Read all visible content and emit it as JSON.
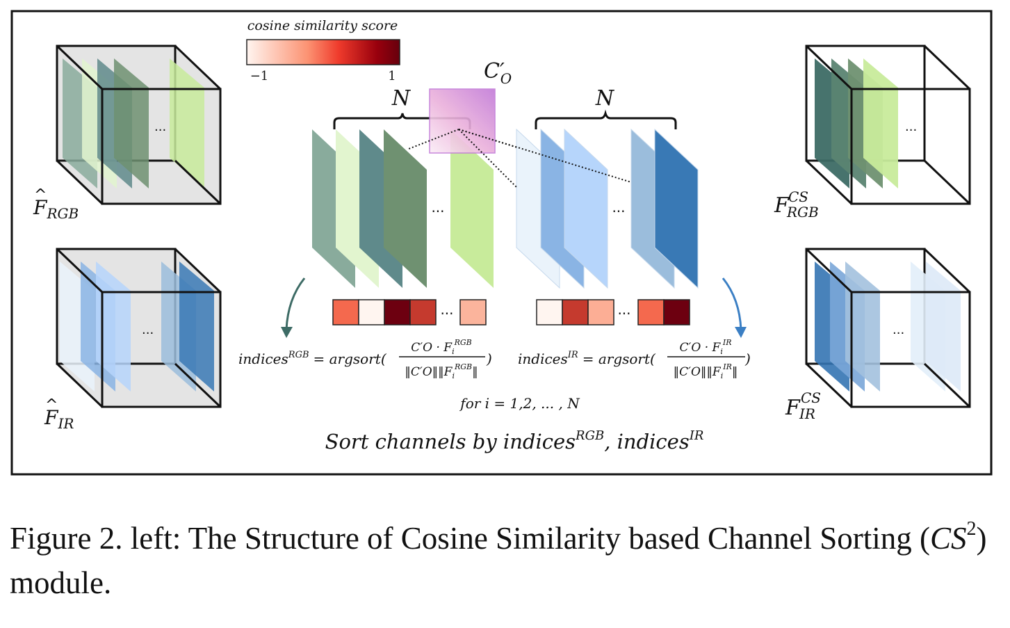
{
  "colorbar": {
    "title": "cosine similarity score",
    "min_label": "−1",
    "max_label": "1",
    "colors": [
      "#fff5f0",
      "#fc9272",
      "#ef3b2c",
      "#99000d",
      "#67000d"
    ]
  },
  "centroid": {
    "label_base": "C",
    "label_prime": "′",
    "label_sub": "O",
    "color": "#d88fe0"
  },
  "n_label": "N",
  "ellipsis": "...",
  "features": {
    "rgb_in": {
      "base": "F",
      "hat": "̂",
      "sub": "RGB"
    },
    "ir_in": {
      "base": "F",
      "hat": "̂",
      "sub": "IR"
    },
    "rgb_out": {
      "base": "F",
      "sup": "CS",
      "sub": "RGB"
    },
    "ir_out": {
      "base": "F",
      "sup": "CS",
      "sub": "IR"
    }
  },
  "palette": {
    "rgb_channels": [
      "#89ab9c",
      "#e2f5cf",
      "#5f8a8b",
      "#6f9171",
      "#c8eb9b"
    ],
    "ir_channels": [
      "#eaf3fb",
      "#8ab4e4",
      "#b6d5fb",
      "#9bbddc",
      "#3979b5"
    ],
    "rgb_sorted_channels": [
      "#3d6b65",
      "#5b8472",
      "#6f9171",
      "#c8eb9b"
    ],
    "ir_sorted_channels": [
      "#3474b3",
      "#7aa6d8",
      "#a3c1de",
      "#e2eefa",
      "#dde9f7"
    ],
    "rgb_scores": [
      "#f4694e",
      "#fff5f0",
      "#6d0010",
      "#c53a2e",
      "#fbb49c"
    ],
    "ir_scores": [
      "#fff5f0",
      "#c53a2e",
      "#fcae95",
      "#f4694e",
      "#6d0010"
    ],
    "arrow_rgb": "#3d6b65",
    "arrow_ir": "#3b7fc4"
  },
  "formulas": {
    "rgb": {
      "lhs": "indices",
      "lhs_sup": "RGB",
      "func": "= argsort(",
      "num": "C′O · F",
      "num_sub": "i",
      "num_sup": "RGB",
      "den": "‖C′O‖‖F",
      "den_sub": "i",
      "den_sup": "RGB",
      "den_end": "‖",
      "close": ")"
    },
    "ir": {
      "lhs": "indices",
      "lhs_sup": "IR",
      "func": "= argsort(",
      "num": "C′O · F",
      "num_sub": "i",
      "num_sup": "IR",
      "den": "‖C′O‖‖F",
      "den_sub": "i",
      "den_sup": "IR",
      "den_end": "‖",
      "close": ")"
    }
  },
  "range_text": "for i = 1,2, ... , N",
  "sort_text": {
    "prefix": "Sort channels by indices",
    "sup1": "RGB",
    "mid": ", indices",
    "sup2": "IR"
  },
  "caption": {
    "pre": "Figure 2.  left: The Structure of Cosine Similarity based Channel Sorting (",
    "cs": "CS",
    "exp": "2",
    "post": ") module."
  }
}
